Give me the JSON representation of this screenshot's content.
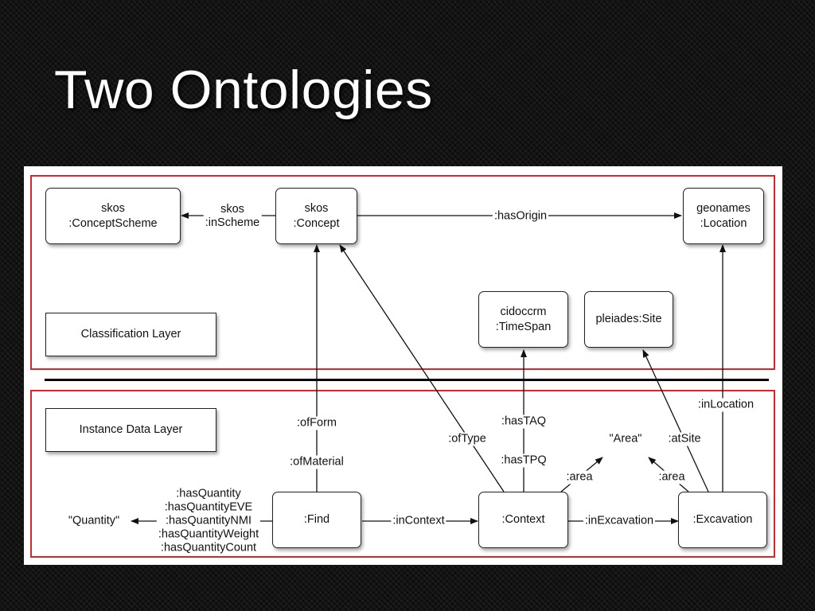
{
  "slide": {
    "title": "Two Ontologies"
  },
  "nodes": {
    "concept_scheme": "skos\n:ConceptScheme",
    "concept": "skos\n:Concept",
    "location": "geonames\n:Location",
    "timespan": "cidoccrm\n:TimeSpan",
    "site": "pleiades:Site",
    "find": ":Find",
    "context": ":Context",
    "excavation": ":Excavation"
  },
  "layers": {
    "classification": "Classification Layer",
    "instance": "Instance Data Layer"
  },
  "edge_labels": {
    "in_scheme": "skos\n:inScheme",
    "has_origin": ":hasOrigin",
    "of_form": ":ofForm",
    "of_material": ":ofMaterial",
    "of_type": ":ofType",
    "has_taq": ":hasTAQ",
    "has_tpq": ":hasTPQ",
    "area_left": ":area",
    "area_right": ":area",
    "at_site": ":atSite",
    "in_location": ":inLocation",
    "has_quantity": ":hasQuantity\n:hasQuantityEVE\n:hasQuantityNMI\n:hasQuantityWeight\n:hasQuantityCount",
    "in_context": ":inContext",
    "in_excavation": ":inExcavation"
  },
  "literals": {
    "quantity": "\"Quantity\"",
    "area": "\"Area\""
  },
  "colors": {
    "layer_border": "#d9262b",
    "background": "#0d0d0d"
  }
}
